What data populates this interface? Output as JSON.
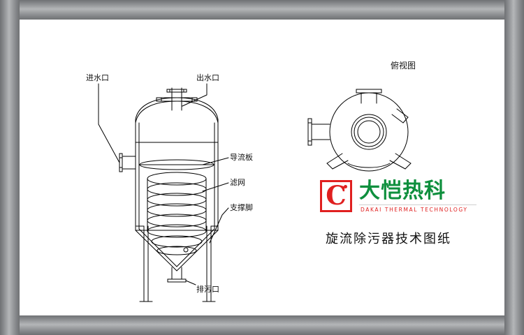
{
  "diagram": {
    "title_caption": "旋流除污器技术图纸",
    "top_view_label": "俯视图",
    "labels": {
      "inlet": "进水口",
      "outlet": "出水口",
      "guide_plate": "导流板",
      "filter_mesh": "滤网",
      "support_leg": "支撑脚",
      "drain": "排污口"
    }
  },
  "logo": {
    "mark_letter": "C",
    "chinese_name": "大恺热科",
    "english_name": "DAKAI THERMAL TECHNOLOGY",
    "mark_color": "#e02020",
    "name_color": "#0e8f3d",
    "english_color": "#e02020"
  },
  "frame": {
    "border_color": "#8d8f92",
    "canvas_color": "#ffffff"
  }
}
